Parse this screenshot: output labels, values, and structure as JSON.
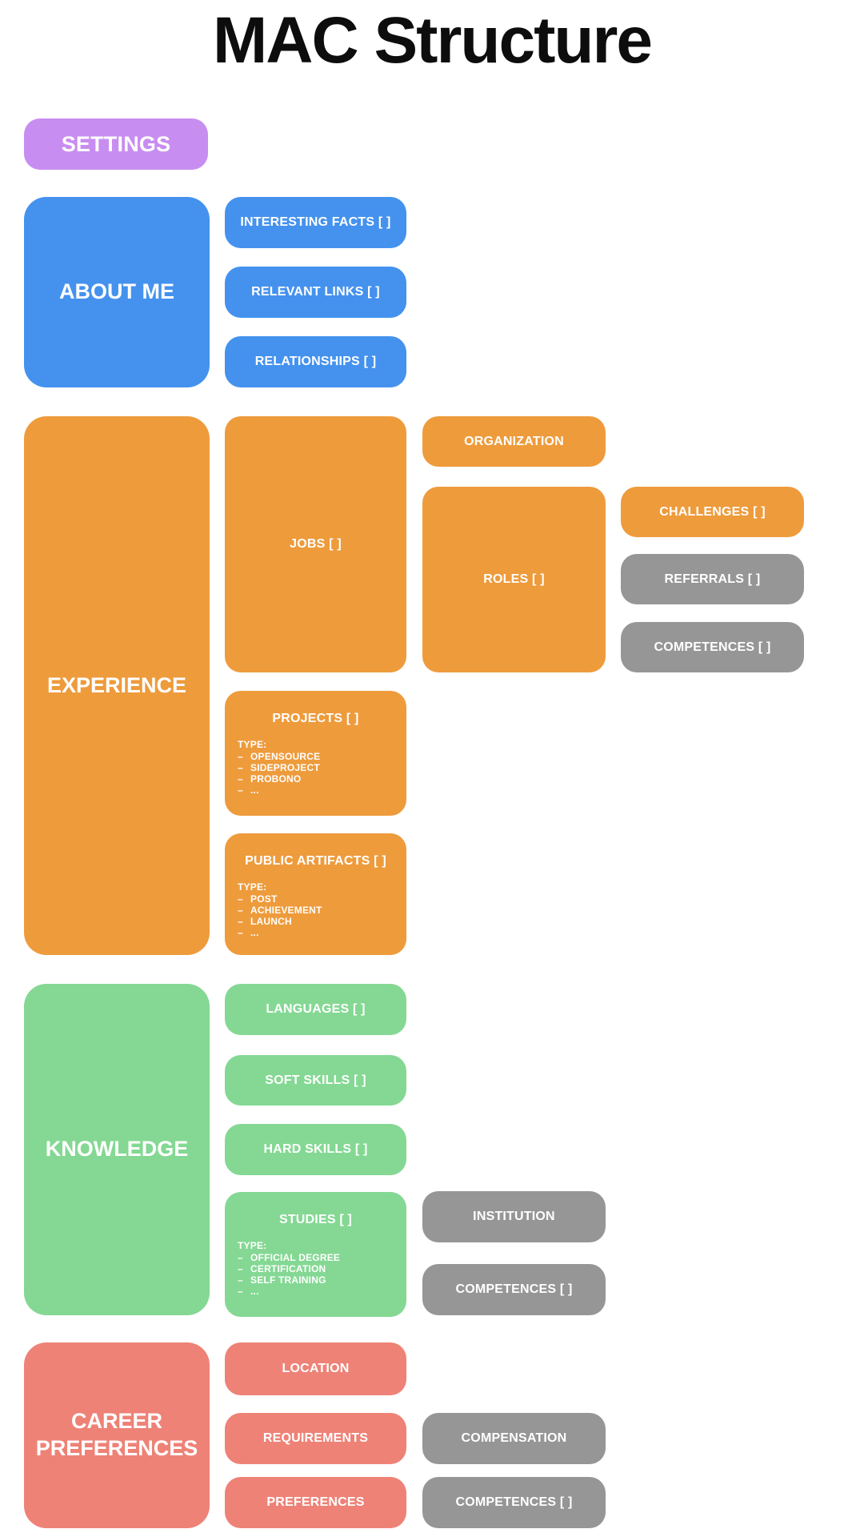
{
  "page_title": "MAC Structure",
  "bullet": "–",
  "palette": {
    "purple": "#c88df0",
    "blue": "#4492ee",
    "orange": "#ee9b3c",
    "green": "#84d893",
    "salmon": "#ee8277",
    "gray": "#969696",
    "node_text": "#ffffff",
    "title_text": "#0d0d0d"
  },
  "nodes": {
    "settings": {
      "label": "SETTINGS"
    },
    "about_me": {
      "label": "ABOUT ME"
    },
    "interesting_facts": {
      "label": "INTERESTING FACTS [ ]"
    },
    "relevant_links": {
      "label": "RELEVANT LINKS [ ]"
    },
    "relationships": {
      "label": "RELATIONSHIPS [ ]"
    },
    "experience": {
      "label": "EXPERIENCE"
    },
    "jobs": {
      "label": "JOBS [ ]"
    },
    "projects": {
      "label": "PROJECTS [ ]",
      "type_label": "TYPE:",
      "types": [
        "OPENSOURCE",
        "SIDEPROJECT",
        "PROBONO",
        "..."
      ]
    },
    "public_artifacts": {
      "label": "PUBLIC ARTIFACTS [ ]",
      "type_label": "TYPE:",
      "types": [
        "POST",
        "ACHIEVEMENT",
        "LAUNCH",
        "..."
      ]
    },
    "organization": {
      "label": "ORGANIZATION"
    },
    "roles": {
      "label": "ROLES [ ]"
    },
    "challenges": {
      "label": "CHALLENGES [ ]"
    },
    "referrals": {
      "label": "REFERRALS [ ]"
    },
    "roles_competences": {
      "label": "COMPETENCES [ ]"
    },
    "knowledge": {
      "label": "KNOWLEDGE"
    },
    "languages": {
      "label": "LANGUAGES [ ]"
    },
    "soft_skills": {
      "label": "SOFT SKILLS [ ]"
    },
    "hard_skills": {
      "label": "HARD SKILLS [ ]"
    },
    "studies": {
      "label": "STUDIES [ ]",
      "type_label": "TYPE:",
      "types": [
        "OFFICIAL DEGREE",
        "CERTIFICATION",
        "SELF TRAINING",
        "..."
      ]
    },
    "institution": {
      "label": "INSTITUTION"
    },
    "studies_competences": {
      "label": "COMPETENCES [ ]"
    },
    "career_preferences": {
      "label": "CAREER PREFERENCES"
    },
    "location": {
      "label": "LOCATION"
    },
    "requirements": {
      "label": "REQUIREMENTS"
    },
    "preferences": {
      "label": "PREFERENCES"
    },
    "compensation": {
      "label": "COMPENSATION"
    },
    "preferences_competences": {
      "label": "COMPETENCES [ ]"
    }
  }
}
